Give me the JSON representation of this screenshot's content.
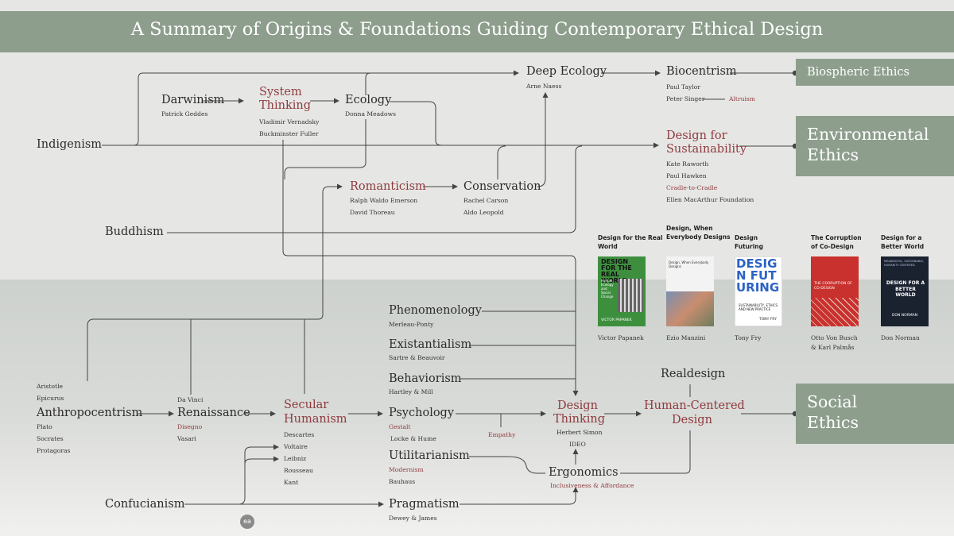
{
  "title": "A Summary of Origins & Foundations Guiding Contemporary Ethical Design",
  "ethics": {
    "biospheric": "Biospheric Ethics",
    "environmental_1": "Environmental",
    "environmental_2": "Ethics",
    "social_1": "Social",
    "social_2": "Ethics"
  },
  "nodes": {
    "indigenism": "Indigenism",
    "darwinism": "Darwinism",
    "darwinism_people": [
      "Patrick Geddes"
    ],
    "system_thinking_1": "System",
    "system_thinking_2": "Thinking",
    "system_thinking_people": [
      "Vladimir Vernadsky",
      "Buckminster Fuller"
    ],
    "ecology": "Ecology",
    "ecology_people": [
      "Donna Meadows"
    ],
    "deep_ecology": "Deep Ecology",
    "deep_ecology_people": [
      "Arne Naess"
    ],
    "biocentrism": "Biocentrism",
    "biocentrism_people": [
      "Paul Taylor",
      "Peter Singer"
    ],
    "altruism": "Altruism",
    "dfs_1": "Design for",
    "dfs_2": "Sustainability",
    "dfs_people": [
      "Kate Raworth",
      "Paul Hawken"
    ],
    "dfs_concept": "Cradle-to-Cradle",
    "dfs_org": "Ellen MacArthur Foundation",
    "romanticism": "Romanticism",
    "romanticism_people": [
      "Ralph Waldo Emerson",
      "David Thoreau"
    ],
    "conservation": "Conservation",
    "conservation_people": [
      "Rachel Carson",
      "Aldo Leopold"
    ],
    "buddhism": "Buddhism",
    "anthropocentrism": "Anthropocentrism",
    "anthro_above": [
      "Aristotle",
      "Epicurus"
    ],
    "anthro_below": [
      "Plato",
      "Socrates",
      "Protagoras"
    ],
    "renaissance": "Renaissance",
    "renaissance_above": "Da Vinci",
    "renaissance_concept": "Disegno",
    "renaissance_below": "Vasari",
    "secular_1": "Secular",
    "secular_2": "Humanism",
    "secular_people": [
      "Descartes",
      "Voltaire",
      "Leibniz",
      "Rousseau",
      "Kant"
    ],
    "phenomenology": "Phenomenology",
    "phenomenology_people": [
      "Merleau-Ponty"
    ],
    "existentialism": "Existantialism",
    "existentialism_people": [
      "Sartre & Beauvoir"
    ],
    "behaviorism": "Behaviorism",
    "behaviorism_people": [
      "Hartley & Mill"
    ],
    "psychology": "Psychology",
    "gestalt": "Gestalt",
    "psychology_people": [
      "Locke & Hume"
    ],
    "empathy": "Empathy",
    "utilitarianism": "Utilitarianism",
    "modernism": "Modernism",
    "utilitarianism_people": [
      "Bauhaus"
    ],
    "confucianism": "Confucianism",
    "pragmatism": "Pragmatism",
    "pragmatism_people": [
      "Dewey & James"
    ],
    "design_thinking_1": "Design",
    "design_thinking_2": "Thinking",
    "design_thinking_people": [
      "Herbert Simon",
      "IDEO"
    ],
    "ergonomics": "Ergonomics",
    "ergonomics_concept": "Inclusiveness & Affordance",
    "realdesign": "Realdesign",
    "hcd_1": "Human-Centered",
    "hcd_2": "Design"
  },
  "books": [
    {
      "title": "Design for the Real World",
      "author": "Victor Papanek",
      "cover_text": "DESIGN FOR THE REAL WORLD",
      "cover_sub": "Human Ecology and Social Change",
      "cover_foot": "VICTOR PAPANEK"
    },
    {
      "title": "Design, When Everybody Designs",
      "author": "Ezio Manzini",
      "cover_text": "Design, When Everybody Designs"
    },
    {
      "title": "Design Futuring",
      "author": "Tony Fry",
      "cover_text": "DESIGN FUTURING",
      "cover_sub": "SUSTAINABILITY, ETHICS AND NEW PRACTICE",
      "cover_foot": "TONY FRY"
    },
    {
      "title": "The Corruption of Co-Design",
      "author_1": "Otto Von Busch",
      "author_2": "& Karl Palmås",
      "cover_text": "THE CORRUPTION OF CO-DESIGN"
    },
    {
      "title": "Design for a Better World",
      "author": "Don Norman",
      "cover_text": "DESIGN FOR A BETTER WORLD",
      "cover_sub": "MEANINGFUL, SUSTAINABLE, HUMANITY CENTERED",
      "cover_foot": "DON NORMAN"
    }
  ],
  "logo": "ea",
  "colors": {
    "band": "#8d9e8d",
    "highlight": "#8f3a3e",
    "line": "#444444"
  }
}
